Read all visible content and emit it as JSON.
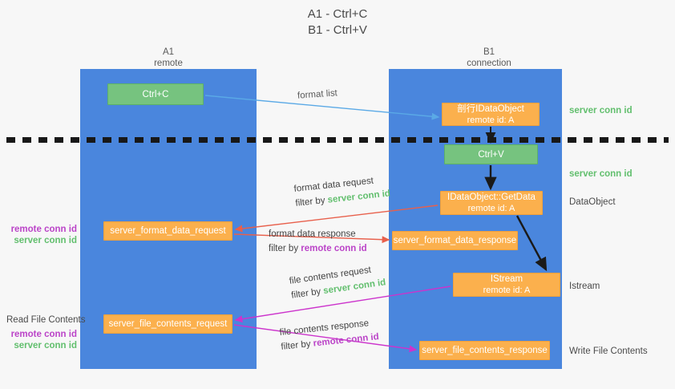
{
  "title": {
    "line1": "A1 - Ctrl+C",
    "line2": "B1 - Ctrl+V"
  },
  "columns": [
    {
      "name": "A1",
      "role": "remote"
    },
    {
      "name": "B1",
      "role": "connection"
    }
  ],
  "colors": {
    "lane": "#4a86dd",
    "green_box": "#76c37f",
    "orange_box": "#fbb04d",
    "server_conn_id": "#62bf6e",
    "remote_conn_id": "#bb44c8",
    "format_list_arrow": "#5aa9e6",
    "format_data_arrow": "#e8604c",
    "file_contents_arrow": "#cc33cc",
    "dark_arrow": "#1a1a1a",
    "background": "#f7f7f7"
  },
  "boxes": {
    "ctrl_c": {
      "label": "Ctrl+C"
    },
    "idataobject": {
      "label": "剖行IDataObject",
      "sub": "remote id: A"
    },
    "ctrl_v": {
      "label": "Ctrl+V"
    },
    "getdata": {
      "label": "IDataObject::GetData",
      "sub": "remote id: A"
    },
    "istream": {
      "label": "IStream",
      "sub": "remote id: A"
    },
    "server_format_data_request": {
      "label": "server_format_data_request"
    },
    "server_format_data_response": {
      "label": "server_format_data_response"
    },
    "server_file_contents_request": {
      "label": "server_file_contents_request"
    },
    "server_file_contents_response": {
      "label": "server_file_contents_response"
    }
  },
  "labels": {
    "format_list": "format list",
    "server_conn_id": "server conn id",
    "remote_conn_id": "remote conn id",
    "dataobject": "DataObject",
    "istream": "Istream",
    "write_file_contents": "Write File Contents",
    "read_file_contents": "Read File Contents",
    "filter_by": "filter by",
    "format_data_request": "format data request",
    "format_data_response": "format data response",
    "file_contents_request": "file contents request",
    "file_contents_response": "file contents response"
  }
}
